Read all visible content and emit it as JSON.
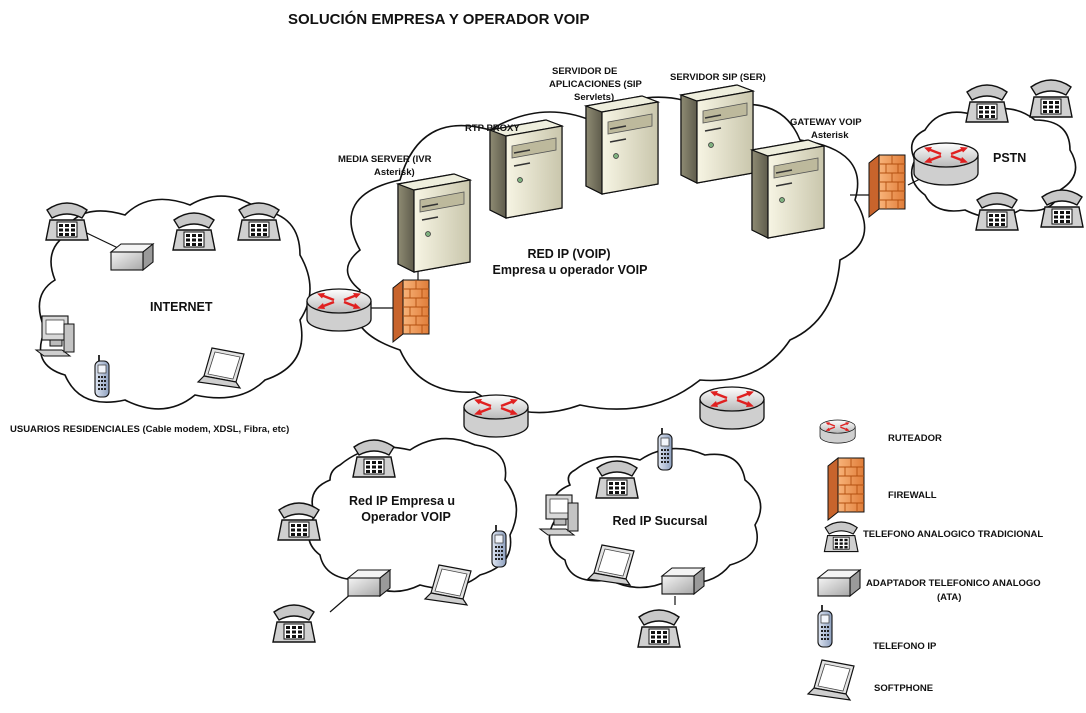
{
  "title": "SOLUCIÓN EMPRESA Y OPERADOR VOIP",
  "clouds": {
    "internet": "INTERNET",
    "core_line1": "RED IP (VOIP)",
    "core_line2": "Empresa u operador VOIP",
    "pstn": "PSTN",
    "enterprise_line1": "Red IP  Empresa u",
    "enterprise_line2": "Operador VOIP",
    "branch": "Red IP Sucursal"
  },
  "servers": {
    "media_line1": "MEDIA SERVER (IVR",
    "media_line2": "Asterisk)",
    "rtp": "RTP PROXY",
    "app_line1": "SERVIDOR DE",
    "app_line2": "APLICACIONES  (SIP",
    "app_line3": "Servlets)",
    "sip": "SERVIDOR SIP (SER)",
    "gateway_line1": "GATEWAY VOIP",
    "gateway_line2": "Asterisk"
  },
  "residential_users": "USUARIOS RESIDENCIALES (Cable modem, XDSL, Fibra, etc)",
  "legend": {
    "router": "RUTEADOR",
    "firewall": "FIREWALL",
    "analog_phone": "TELEFONO ANALOGICO TRADICIONAL",
    "ata_line1": "ADAPTADOR TELEFONICO ANALOGO",
    "ata_line2": "(ATA)",
    "ip_phone": "TELEFONO IP",
    "softphone": "SOFTPHONE"
  },
  "colors": {
    "firewall": "#f4a460",
    "firewall_dark": "#c8642c",
    "router_arrow": "#e02020",
    "cloud_stroke": "#111111"
  }
}
